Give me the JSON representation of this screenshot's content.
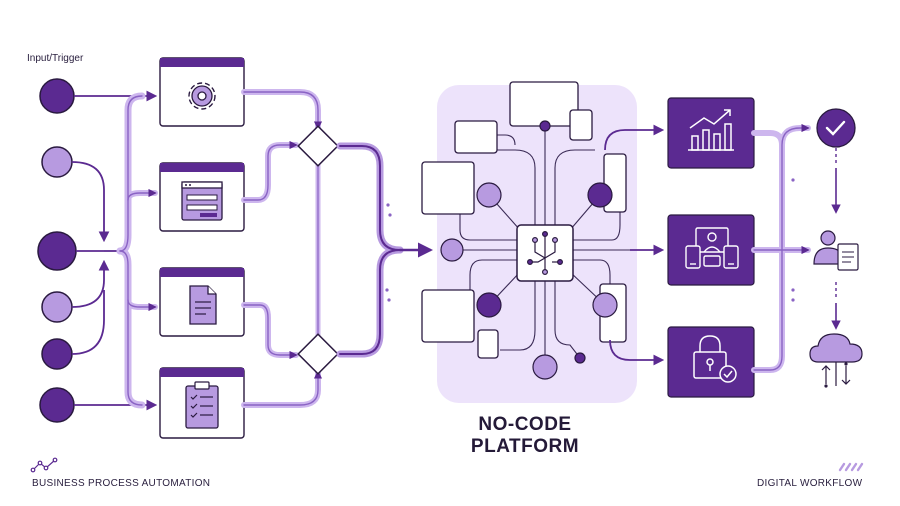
{
  "header": {
    "input_label": "Input/Trigger"
  },
  "platform": {
    "title_line1": "NO-CODE",
    "title_line2": "PLATFORM"
  },
  "footer": {
    "left_label": "BUSINESS PROCESS AUTOMATION",
    "right_label": "DIGITAL WORKFLOW"
  },
  "colors": {
    "primary": "#5b2a91",
    "light": "#b79ae0",
    "pale": "#ede3fb",
    "line": "#8a63c4",
    "dark": "#1f1430"
  },
  "icons": {
    "stage1": [
      "gear-icon",
      "form-window-icon",
      "document-icon",
      "checklist-icon"
    ],
    "outputs": [
      "bar-chart-icon",
      "video-call-devices-icon",
      "lock-check-icon"
    ],
    "results": [
      "checkmark-icon",
      "user-document-icon",
      "cloud-sync-icon"
    ]
  }
}
